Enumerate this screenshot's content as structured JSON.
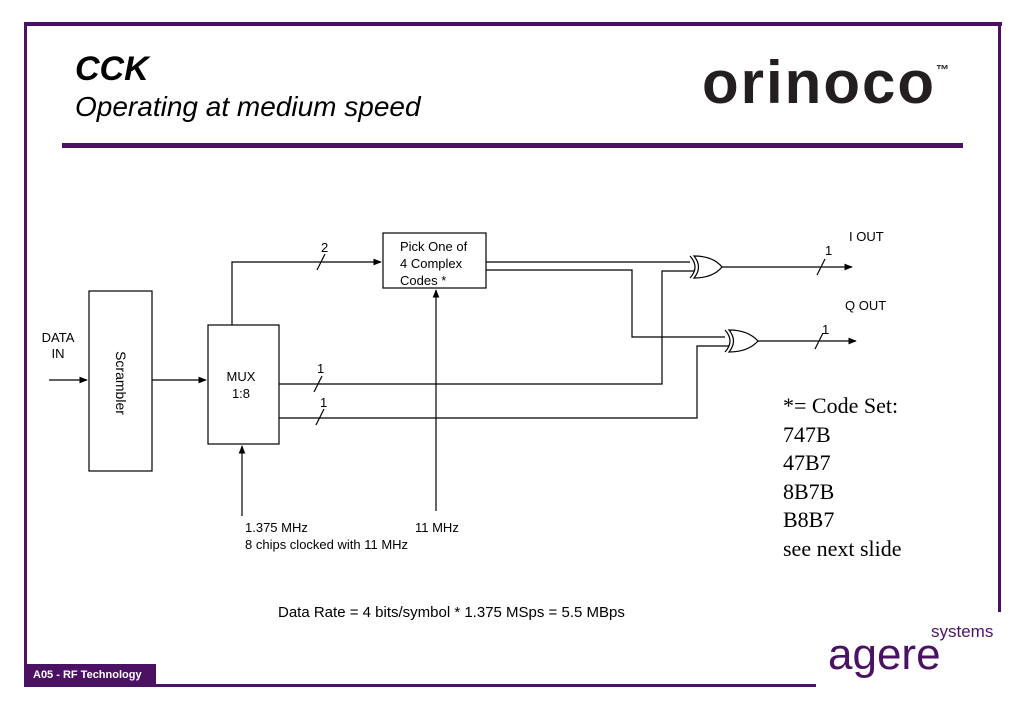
{
  "header": {
    "title": "CCK",
    "subtitle": "Operating at medium speed",
    "brand_logo": "orinoco",
    "brand_tm": "™"
  },
  "diagram": {
    "input_label_line1": "DATA",
    "input_label_line2": "IN",
    "scrambler_label": "Scrambler",
    "mux_line1": "MUX",
    "mux_line2": "1:8",
    "pick_line1": "Pick One of",
    "pick_line2": "4 Complex",
    "pick_line3": "Codes *",
    "bus_width_pick": "2",
    "bus_width_i_in": "1",
    "bus_width_q_in": "1",
    "bus_width_i_out": "1",
    "bus_width_q_out": "1",
    "i_out_label": "I OUT",
    "q_out_label": "Q OUT",
    "mux_clock_line1": "1.375 MHz",
    "mux_clock_line2": "8 chips clocked with 11 MHz",
    "pick_clock": "11 MHz"
  },
  "codeset": {
    "heading": "*= Code Set:",
    "codes": [
      "747B",
      "47B7",
      "8B7B",
      "B8B7"
    ],
    "note": "see next slide"
  },
  "data_rate": "Data Rate = 4 bits/symbol * 1.375 MSps = 5.5 MBps",
  "footer": {
    "tab_label": "A05 -  RF Technology",
    "company_logo": "agere",
    "company_logo_suffix": "systems"
  },
  "colors": {
    "accent": "#4b1264",
    "logo_dot": "#e2231a"
  }
}
